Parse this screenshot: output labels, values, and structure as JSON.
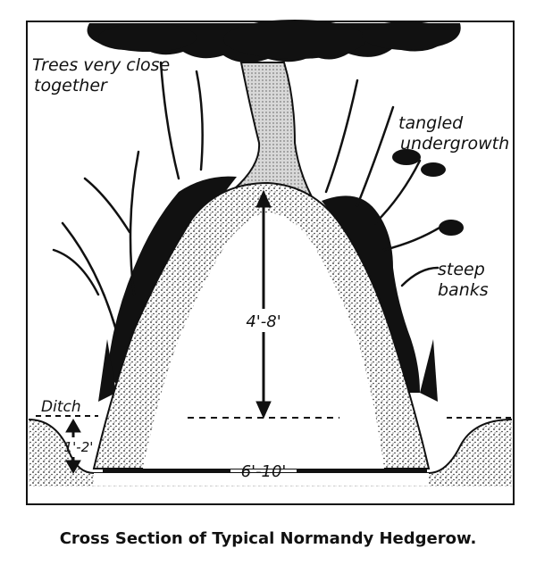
{
  "figure": {
    "caption": "Cross Section of Typical Normandy Hedgerow.",
    "labels": {
      "trees": [
        "Trees very close",
        "together"
      ],
      "undergrowth": [
        "tangled",
        "undergrowth"
      ],
      "banks": [
        "steep",
        "banks"
      ],
      "ditch": "Ditch"
    },
    "dimensions": {
      "height": "4'-8'",
      "base_width": "6'-10'",
      "ditch_depth": "1'-2'"
    }
  }
}
